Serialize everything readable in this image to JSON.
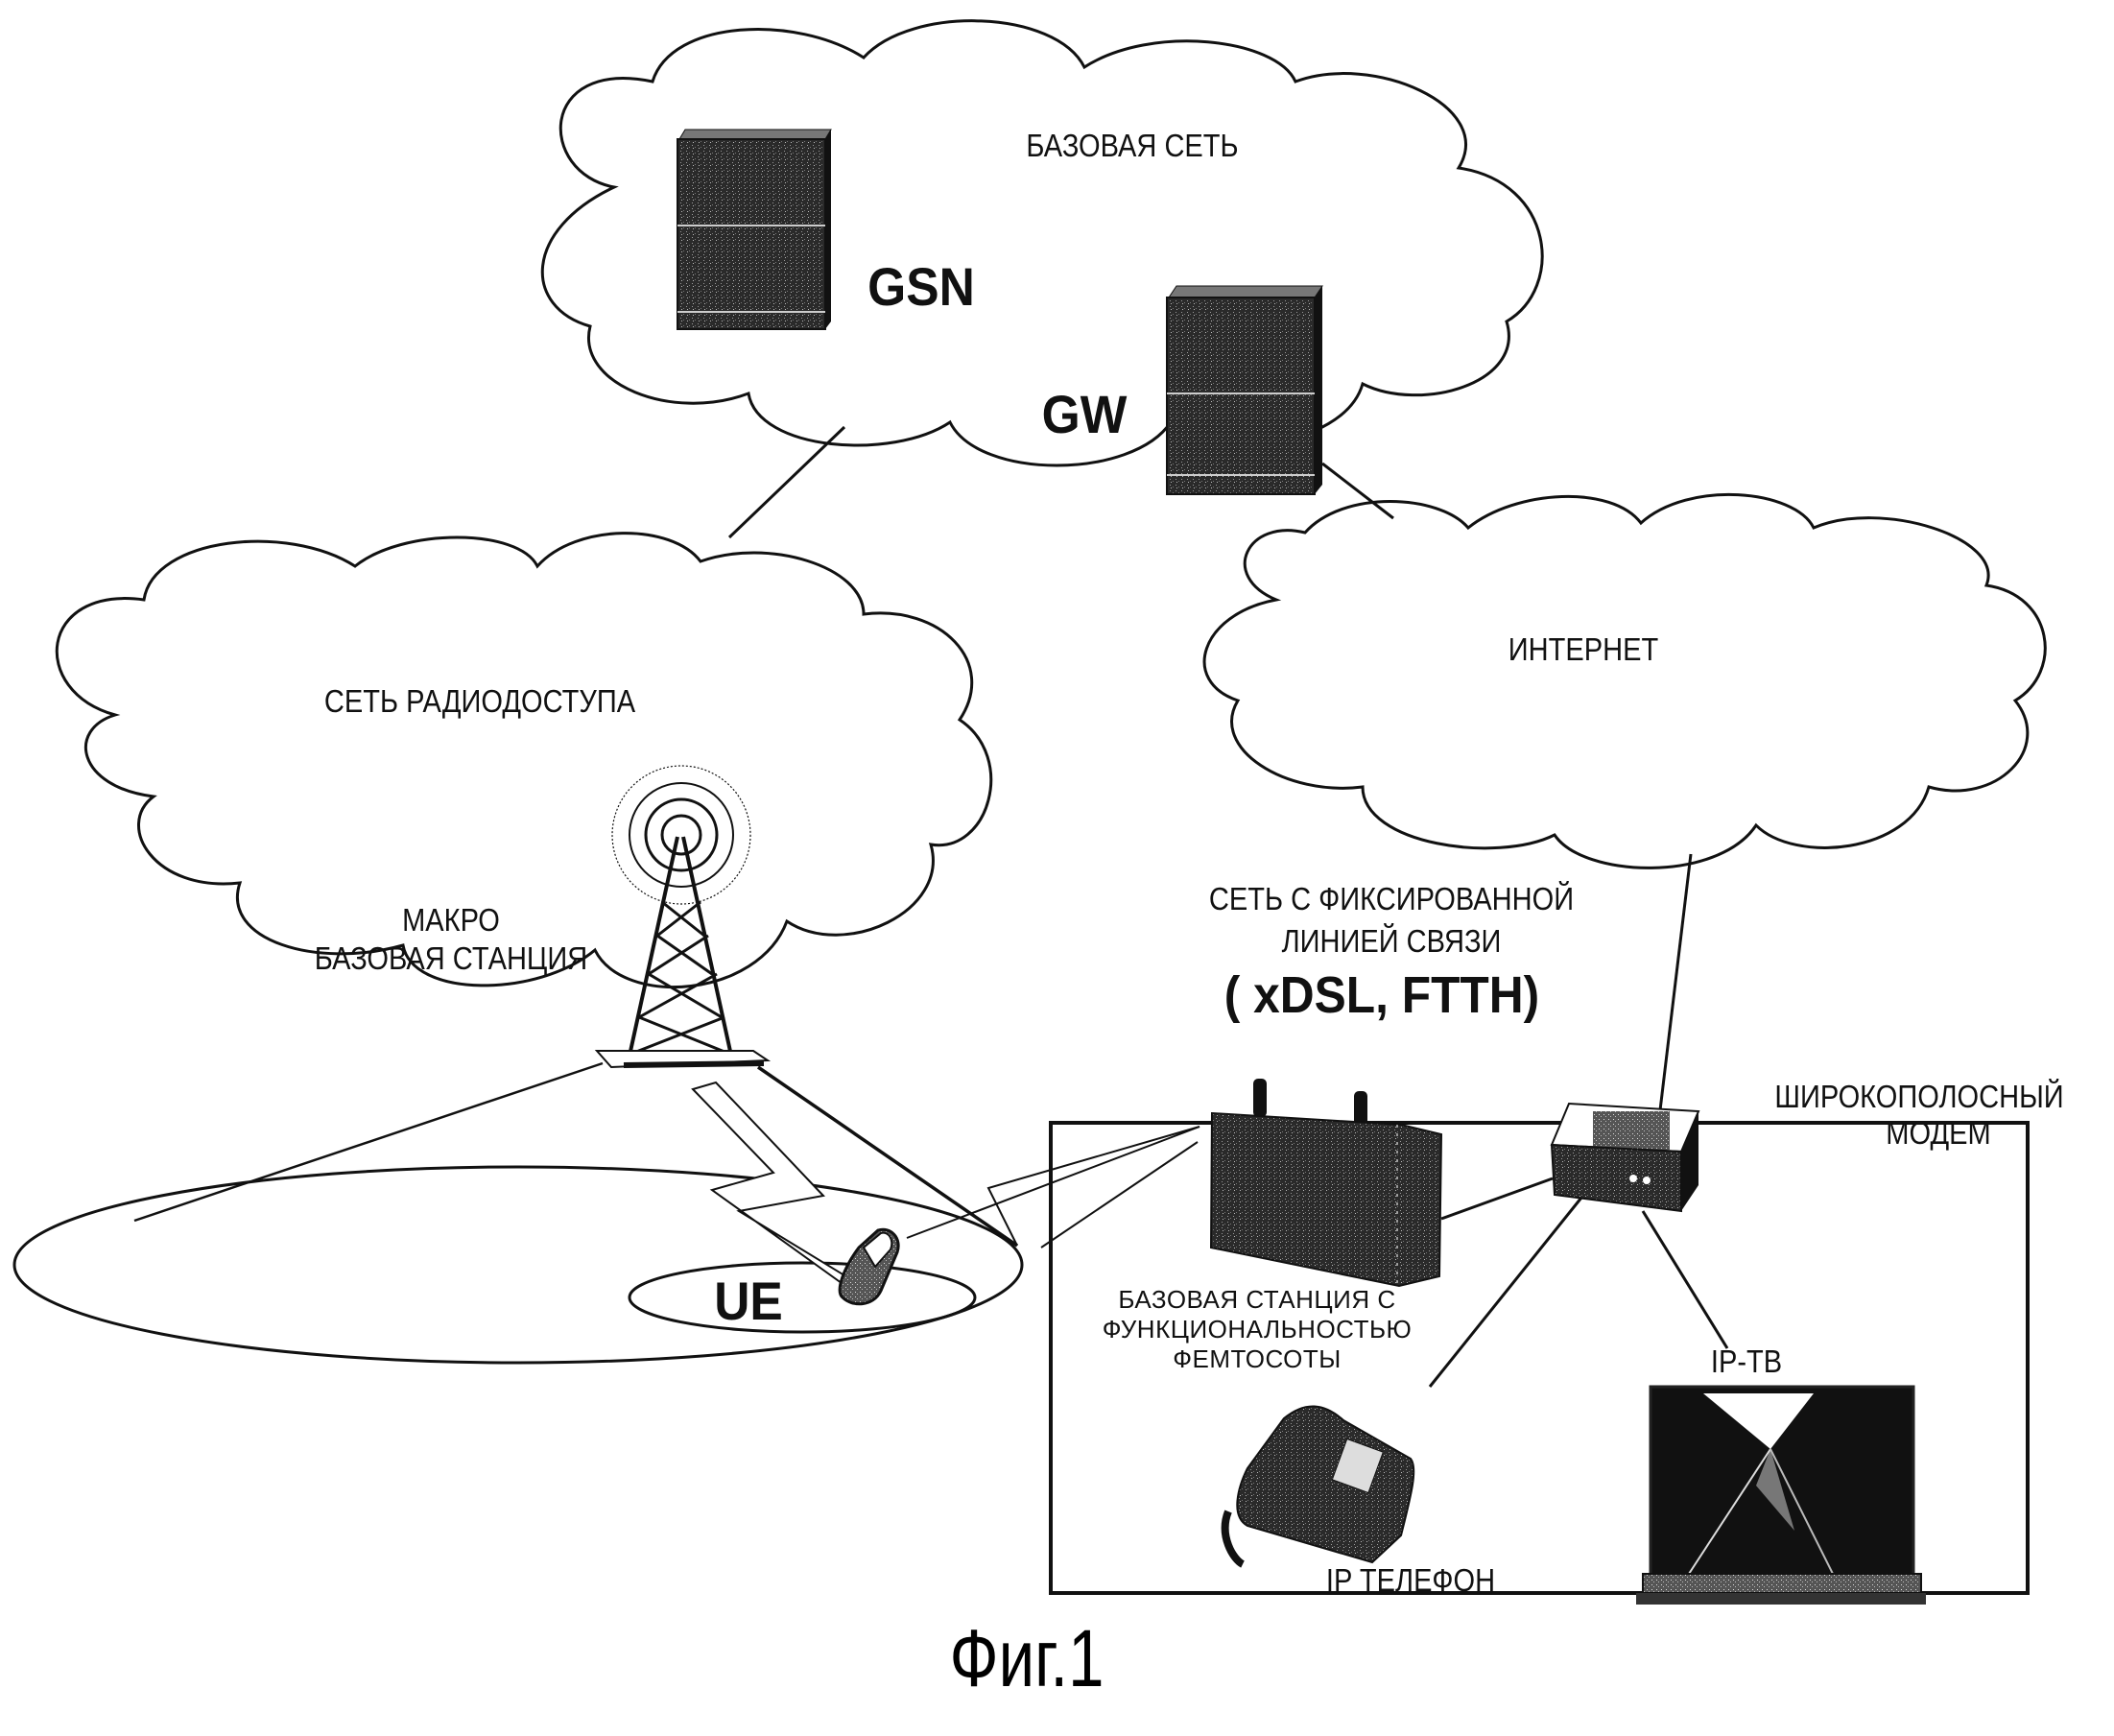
{
  "figure": {
    "caption": "Фиг.1",
    "clouds": {
      "core": {
        "label": "БАЗОВАЯ СЕТЬ"
      },
      "ran": {
        "label": "СЕТЬ РАДИОДОСТУПА"
      },
      "internet": {
        "label": "ИНТЕРНЕТ"
      }
    },
    "nodes": {
      "gsn": "GSN",
      "gw": "GW",
      "macro_bs": {
        "line1": "МАКРО",
        "line2": "БАЗОВАЯ СТАНЦИЯ"
      },
      "ue": "UE",
      "femto_bs": {
        "line1": "БАЗОВАЯ СТАНЦИЯ С",
        "line2": "ФУНКЦИОНАЛЬНОСТЬЮ",
        "line3": "ФЕМТОСОТЫ"
      },
      "modem": {
        "line1": "ШИРОКОПОЛОСНЫЙ",
        "line2": "МОДЕМ"
      },
      "ip_phone": "IP ТЕЛЕФОН",
      "ip_tv": "IP-ТВ"
    },
    "fixed_network": {
      "line1": "СЕТЬ С ФИКСИРОВАННОЙ",
      "line2": "ЛИНИЕЙ СВЯЗИ",
      "line3": "( xDSL, FTTH)"
    }
  }
}
